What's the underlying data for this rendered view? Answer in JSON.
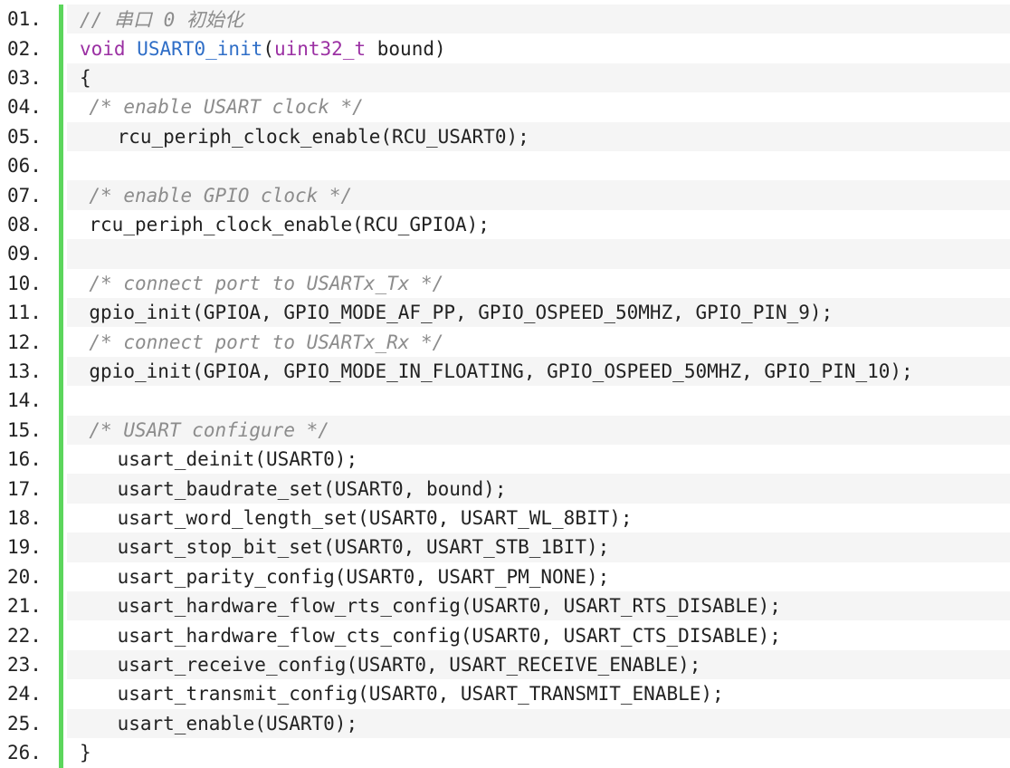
{
  "colors": {
    "accent_bar": "#5cd65c",
    "shade": "#f5f5f5",
    "comment": "#8c8c8c",
    "keyword": "#9b30a3",
    "function": "#2f6ec7",
    "text": "#222222"
  },
  "lines": [
    {
      "num": "01.",
      "indent": 0,
      "tokens": [
        {
          "t": "comment",
          "v": "// 串口 0 初始化"
        }
      ]
    },
    {
      "num": "02.",
      "indent": 0,
      "tokens": [
        {
          "t": "keyword",
          "v": "void"
        },
        {
          "t": "plain",
          "v": " "
        },
        {
          "t": "fn",
          "v": "USART0_init"
        },
        {
          "t": "plain",
          "v": "("
        },
        {
          "t": "keyword",
          "v": "uint32_t"
        },
        {
          "t": "plain",
          "v": " bound)"
        }
      ]
    },
    {
      "num": "03.",
      "indent": 0,
      "tokens": [
        {
          "t": "plain",
          "v": "{"
        }
      ]
    },
    {
      "num": "04.",
      "indent": 1,
      "tokens": [
        {
          "t": "comment",
          "v": "/* enable USART clock */"
        }
      ]
    },
    {
      "num": "05.",
      "indent": 4,
      "tokens": [
        {
          "t": "plain",
          "v": "rcu_periph_clock_enable(RCU_USART0);"
        }
      ]
    },
    {
      "num": "06.",
      "indent": 0,
      "tokens": []
    },
    {
      "num": "07.",
      "indent": 1,
      "tokens": [
        {
          "t": "comment",
          "v": "/* enable GPIO clock */"
        }
      ]
    },
    {
      "num": "08.",
      "indent": 1,
      "tokens": [
        {
          "t": "plain",
          "v": "rcu_periph_clock_enable(RCU_GPIOA);"
        }
      ]
    },
    {
      "num": "09.",
      "indent": 0,
      "tokens": []
    },
    {
      "num": "10.",
      "indent": 1,
      "tokens": [
        {
          "t": "comment",
          "v": "/* connect port to USARTx_Tx */"
        }
      ]
    },
    {
      "num": "11.",
      "indent": 1,
      "tokens": [
        {
          "t": "plain",
          "v": "gpio_init(GPIOA, GPIO_MODE_AF_PP, GPIO_OSPEED_50MHZ, GPIO_PIN_9);"
        }
      ]
    },
    {
      "num": "12.",
      "indent": 1,
      "tokens": [
        {
          "t": "comment",
          "v": "/* connect port to USARTx_Rx */"
        }
      ]
    },
    {
      "num": "13.",
      "indent": 1,
      "tokens": [
        {
          "t": "plain",
          "v": "gpio_init(GPIOA, GPIO_MODE_IN_FLOATING, GPIO_OSPEED_50MHZ, GPIO_PIN_10);"
        }
      ]
    },
    {
      "num": "14.",
      "indent": 0,
      "tokens": []
    },
    {
      "num": "15.",
      "indent": 1,
      "tokens": [
        {
          "t": "comment",
          "v": "/* USART configure */"
        }
      ]
    },
    {
      "num": "16.",
      "indent": 4,
      "tokens": [
        {
          "t": "plain",
          "v": "usart_deinit(USART0);"
        }
      ]
    },
    {
      "num": "17.",
      "indent": 4,
      "tokens": [
        {
          "t": "plain",
          "v": "usart_baudrate_set(USART0, bound);"
        }
      ]
    },
    {
      "num": "18.",
      "indent": 4,
      "tokens": [
        {
          "t": "plain",
          "v": "usart_word_length_set(USART0, USART_WL_8BIT);"
        }
      ]
    },
    {
      "num": "19.",
      "indent": 4,
      "tokens": [
        {
          "t": "plain",
          "v": "usart_stop_bit_set(USART0, USART_STB_1BIT);"
        }
      ]
    },
    {
      "num": "20.",
      "indent": 4,
      "tokens": [
        {
          "t": "plain",
          "v": "usart_parity_config(USART0, USART_PM_NONE);"
        }
      ]
    },
    {
      "num": "21.",
      "indent": 4,
      "tokens": [
        {
          "t": "plain",
          "v": "usart_hardware_flow_rts_config(USART0, USART_RTS_DISABLE);"
        }
      ]
    },
    {
      "num": "22.",
      "indent": 4,
      "tokens": [
        {
          "t": "plain",
          "v": "usart_hardware_flow_cts_config(USART0, USART_CTS_DISABLE);"
        }
      ]
    },
    {
      "num": "23.",
      "indent": 4,
      "tokens": [
        {
          "t": "plain",
          "v": "usart_receive_config(USART0, USART_RECEIVE_ENABLE);"
        }
      ]
    },
    {
      "num": "24.",
      "indent": 4,
      "tokens": [
        {
          "t": "plain",
          "v": "usart_transmit_config(USART0, USART_TRANSMIT_ENABLE);"
        }
      ]
    },
    {
      "num": "25.",
      "indent": 4,
      "tokens": [
        {
          "t": "plain",
          "v": "usart_enable(USART0);"
        }
      ]
    },
    {
      "num": "26.",
      "indent": 0,
      "tokens": [
        {
          "t": "plain",
          "v": "}"
        }
      ]
    }
  ]
}
